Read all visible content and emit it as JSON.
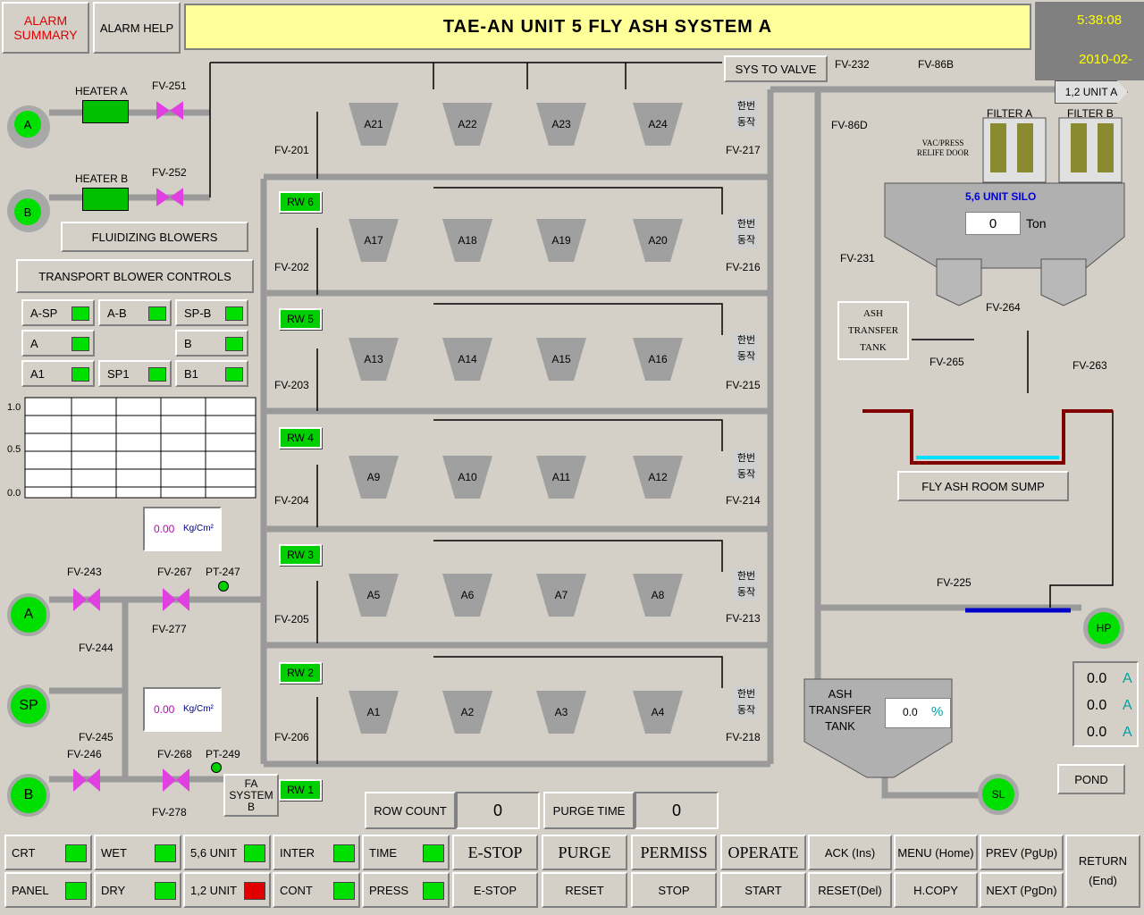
{
  "header": {
    "alarm_summary": "ALARM SUMMARY",
    "alarm_help": "ALARM HELP",
    "title": "TAE-AN  UNIT 5  FLY  ASH  SYSTEM  A",
    "time": "5:38:08",
    "date": "2010-02-"
  },
  "blowers": {
    "heater_a": "HEATER A",
    "heater_b": "HEATER B",
    "fv251": "FV-251",
    "fv252": "FV-252",
    "pump_a": "A",
    "pump_b": "B",
    "fluidizing": "FLUIDIZING BLOWERS"
  },
  "transport": {
    "title": "TRANSPORT BLOWER CONTROLS",
    "buttons": [
      "A-SP",
      "A-B",
      "SP-B",
      "A",
      "B",
      "A1",
      "SP1",
      "B1"
    ]
  },
  "trend": {
    "y_labels": [
      "1.0",
      "0.5",
      "0.0"
    ]
  },
  "pressure1": {
    "value": "0.00",
    "unit": "Kg/Cm²"
  },
  "pressure2": {
    "value": "0.00",
    "unit": "Kg/Cm²"
  },
  "lower_left": {
    "fv243": "FV-243",
    "fv267": "FV-267",
    "pt247": "PT-247",
    "fv277": "FV-277",
    "fv244": "FV-244",
    "fv245": "FV-245",
    "fv246": "FV-246",
    "fv268": "FV-268",
    "pt249": "PT-249",
    "fv278": "FV-278",
    "fa_system": "FA SYSTEM B",
    "pump_a": "A",
    "pump_sp": "SP",
    "pump_b": "B"
  },
  "rows": [
    {
      "fv_left": "FV-201",
      "fv_right": "FV-217",
      "rw": "",
      "hoppers": [
        "A21",
        "A22",
        "A23",
        "A24"
      ]
    },
    {
      "fv_left": "FV-202",
      "fv_right": "FV-216",
      "rw": "RW 6",
      "hoppers": [
        "A17",
        "A18",
        "A19",
        "A20"
      ]
    },
    {
      "fv_left": "FV-203",
      "fv_right": "FV-215",
      "rw": "RW 5",
      "hoppers": [
        "A13",
        "A14",
        "A15",
        "A16"
      ]
    },
    {
      "fv_left": "FV-204",
      "fv_right": "FV-214",
      "rw": "RW 4",
      "hoppers": [
        "A9",
        "A10",
        "A11",
        "A12"
      ]
    },
    {
      "fv_left": "FV-205",
      "fv_right": "FV-213",
      "rw": "RW 3",
      "hoppers": [
        "A5",
        "A6",
        "A7",
        "A8"
      ]
    },
    {
      "fv_left": "FV-206",
      "fv_right": "FV-218",
      "rw": "RW 2",
      "hoppers": [
        "A1",
        "A2",
        "A3",
        "A4"
      ]
    }
  ],
  "rw1": "RW 1",
  "korean_label": "한번 동작",
  "sys_to_valve": "SYS TO VALVE",
  "right": {
    "fv232": "FV-232",
    "fv86b": "FV-86B",
    "dest": "1,2 UNIT A",
    "fv86d": "FV-86D",
    "filter_a": "FILTER A",
    "filter_b": "FILTER B",
    "vac": "VAC/PRESS RELIFE DOOR",
    "silo_title": "5,6 UNIT SILO",
    "silo_value": "0",
    "silo_unit": "Ton",
    "fv231": "FV-231",
    "ash_tank_label": "ASH TRANSFER TANK",
    "fv264": "FV-264",
    "fv265": "FV-265",
    "fv263": "FV-263",
    "sump": "FLY ASH ROOM SUMP",
    "fv225": "FV-225",
    "hp": "HP",
    "amps": [
      "0.0",
      "0.0",
      "0.0"
    ],
    "amp_unit": "A",
    "ash_tank2": "ASH TRANSFER TANK",
    "tank_value": "0.0",
    "tank_unit": "%",
    "pond": "POND",
    "sl": "SL"
  },
  "counters": {
    "row_count": "ROW  COUNT",
    "row_value": "0",
    "purge_time": "PURGE TIME",
    "purge_value": "0"
  },
  "status": [
    {
      "label": "CRT",
      "color": "green"
    },
    {
      "label": "WET",
      "color": "green"
    },
    {
      "label": "5,6 UNIT",
      "color": "green"
    },
    {
      "label": "INTER",
      "color": "green"
    },
    {
      "label": "TIME",
      "color": "green"
    },
    {
      "label": "PANEL",
      "color": "green"
    },
    {
      "label": "DRY",
      "color": "green"
    },
    {
      "label": "1,2 UNIT",
      "color": "red"
    },
    {
      "label": "CONT",
      "color": "green"
    },
    {
      "label": "PRESS",
      "color": "green"
    }
  ],
  "modes": [
    "E-STOP",
    "PURGE",
    "PERMISS",
    "OPERATE"
  ],
  "actions": [
    "E-STOP",
    "RESET",
    "STOP",
    "START"
  ],
  "nav": [
    "ACK (Ins)",
    "MENU (Home)",
    "PREV (PgUp)",
    "RESET(Del)",
    "H.COPY",
    "NEXT (PgDn)"
  ],
  "return_btn": "RETURN (End)"
}
